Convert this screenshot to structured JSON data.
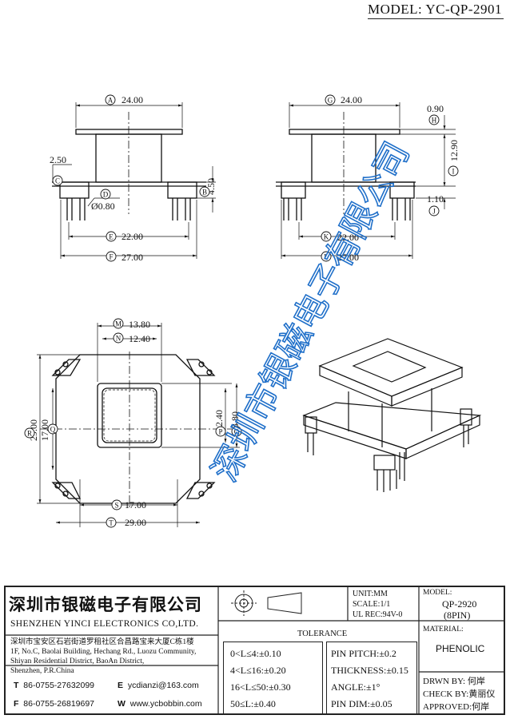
{
  "model_title": "MODEL: YC-QP-2901",
  "dims": {
    "A": "24.00",
    "B": "4.50",
    "C": "2.50",
    "D": "Ø0.80",
    "E": "22.00",
    "F": "27.00",
    "G": "24.00",
    "H": "0.90",
    "I": "12.90",
    "J": "1.10",
    "K": "22.00",
    "L": "27.00",
    "M": "13.80",
    "N": "12.40",
    "O": "13.80",
    "P": "12.40",
    "Q": "17.00",
    "R": "29.00",
    "S": "17.00",
    "T": "29.00"
  },
  "callouts": [
    "A",
    "B",
    "C",
    "D",
    "E",
    "F",
    "G",
    "H",
    "I",
    "J",
    "K",
    "L",
    "M",
    "N",
    "O",
    "P",
    "Q",
    "R",
    "S",
    "T"
  ],
  "watermark": "深圳市银磁电子有限公司",
  "company": {
    "name_cn": "深圳市银磁电子有限公司",
    "name_en": "SHENZHEN YINCI ELECTRONICS CO,LTD.",
    "address_cn": "深圳市宝安区石岩街道罗租社区合昌路宝来大厦C栋1楼",
    "address_en_1": "1F, No.C, Baolai Building, Hechang Rd., Luozu Community,",
    "address_en_2": "Shiyan Residential District, BaoAn District,",
    "address_en_3": "Shenzhen, P.R.China",
    "tel_label": "T",
    "tel": "86-0755-27632099",
    "fax_label": "F",
    "fax": "86-0755-26819697",
    "email_label": "E",
    "email": "ycdianzi@163.com",
    "web_label": "W",
    "web": "www.ycbobbin.com"
  },
  "specs": {
    "unit": "UNIT:MM",
    "scale": "SCALE:1/1",
    "ul": "UL REC:94V-0"
  },
  "model_box": {
    "label": "MODEL:",
    "value": "QP-2920",
    "pins": "(8PIN)"
  },
  "tolerance": {
    "title": "TOLERANCE",
    "left": [
      "0<L≤4:±0.10",
      "4<L≤16:±0.20",
      "16<L≤50:±0.30",
      "50≤L:±0.40"
    ],
    "right": [
      "PIN PITCH:±0.2",
      "THICKNESS:±0.15",
      "ANGLE:±1°",
      "PIN DIM:±0.05"
    ]
  },
  "material": {
    "label": "MATERIAL:",
    "value": "PHENOLIC"
  },
  "approvals": {
    "drawn": "DRWN BY: 何岸",
    "check": "CHECK BY:黄丽仪",
    "approved": "APPROVED:何岸"
  }
}
